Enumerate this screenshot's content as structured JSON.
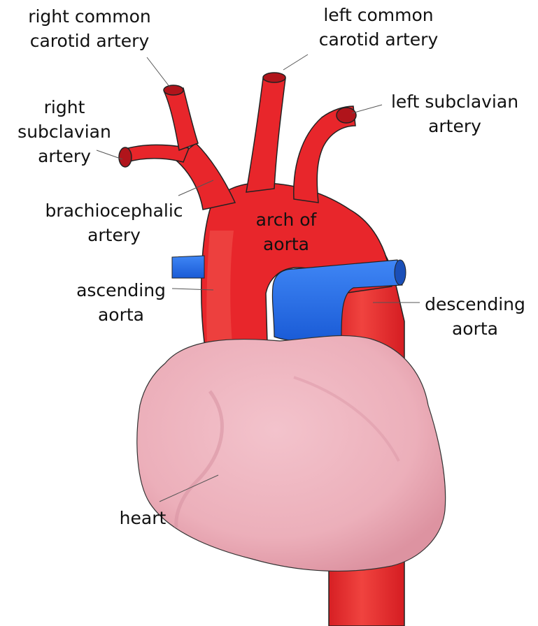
{
  "labels": {
    "right_common_carotid": "right common\ncarotid artery",
    "left_common_carotid": "left common\ncarotid artery",
    "left_subclavian": "left subclavian\nartery",
    "right_subclavian": "right\nsubclavian\nartery",
    "brachiocephalic": "brachiocephalic\nartery",
    "arch_of_aorta": "arch of\naorta",
    "ascending_aorta": "ascending\naorta",
    "descending_aorta": "descending\naorta",
    "heart": "heart"
  },
  "colors": {
    "artery": "#e8262b",
    "artery_highlight": "#f0554f",
    "artery_inner": "#b0141b",
    "vein": "#1f67e6",
    "vein_highlight": "#3f86f5",
    "heart": "#efb5bf",
    "heart_shade": "#dd93a1",
    "outline": "#222222",
    "leader": "#555555"
  }
}
